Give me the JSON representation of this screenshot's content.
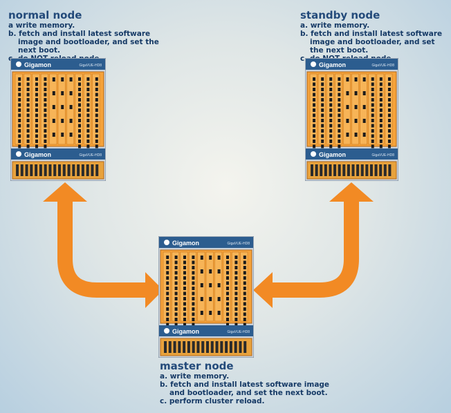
{
  "nodes": {
    "normal": {
      "title": "normal node",
      "steps": [
        "a write memory.",
        "b. fetch and install latest software image and bootloader, and set the next boot.",
        "c. do NOT reload node."
      ]
    },
    "standby": {
      "title": "standby node",
      "steps": [
        "a. write memory.",
        "b. fetch and install latest software image and bootloader, and set the next boot.",
        "c. do NOT reload node."
      ]
    },
    "master": {
      "title": "master node",
      "steps": [
        "a. write memory.",
        "b. fetch and install latest software image and bootloader, and set the next boot.",
        "c. perform cluster reload."
      ]
    }
  },
  "device": {
    "brand": "Gigamon",
    "model": "GigaVUE-HD8"
  },
  "colors": {
    "arrow": "#f28a24",
    "chassis_orange": "#f5a23a",
    "chassis_blue": "#2c5d8f",
    "title_text": "#234a7a"
  }
}
